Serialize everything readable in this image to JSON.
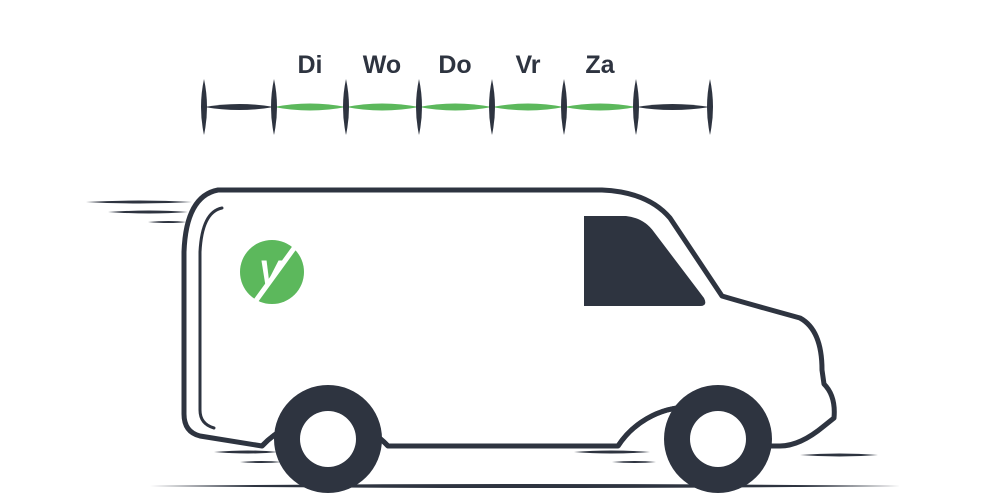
{
  "timeline": {
    "days": [
      "Di",
      "Wo",
      "Do",
      "Vr",
      "Za"
    ],
    "active_color": "#5cb85c",
    "inactive_color": "#2e3440"
  },
  "van": {
    "logo_letter": "V",
    "body_color": "#ffffff",
    "outline_color": "#2e3440",
    "logo_color": "#5cb85c"
  }
}
